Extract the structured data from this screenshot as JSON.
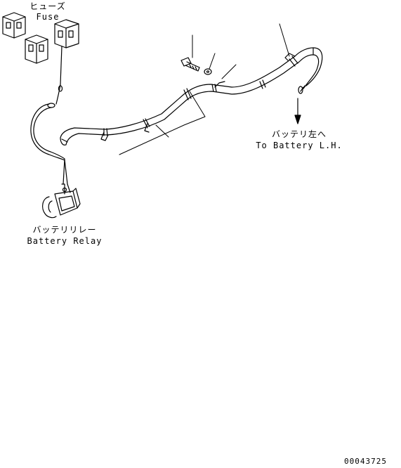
{
  "labels": {
    "fuse_jp": "ヒューズ",
    "fuse_en": "Fuse",
    "battery_lh_jp": "バッテリ左へ",
    "battery_lh_en": "To Battery L.H.",
    "relay_jp": "バッテリリレー",
    "relay_en": "Battery Relay",
    "drawing_no": "00043725"
  }
}
